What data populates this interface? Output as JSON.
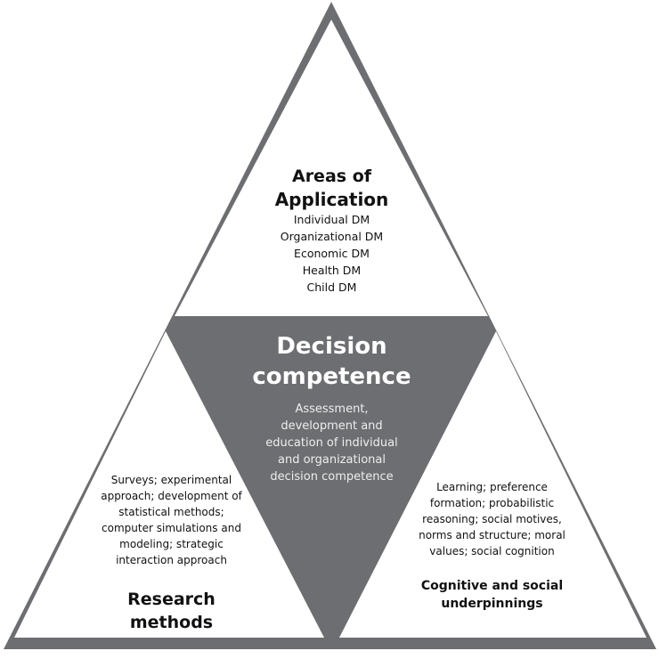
{
  "colors": {
    "frame": "#6d6e71",
    "fill_white": "#ffffff"
  },
  "top": {
    "title_line1": "Areas of",
    "title_line2": "Application",
    "items": [
      "Individual DM",
      "Organizational DM",
      "Economic DM",
      "Health DM",
      "Child DM"
    ]
  },
  "center": {
    "title_line1": "Decision",
    "title_line2": "competence",
    "text": "Assessment, development and education of individual and organizational decision competence"
  },
  "left": {
    "text": "Surveys; experimental approach; development of statistical methods; computer simulations and modeling; strategic interaction approach",
    "title_line1": "Research",
    "title_line2": "methods"
  },
  "right": {
    "text": "Learning; preference formation; probabilistic reasoning; social motives, norms and structure; moral values; social cognition",
    "title_line1": "Cognitive and social",
    "title_line2": "underpinnings"
  }
}
